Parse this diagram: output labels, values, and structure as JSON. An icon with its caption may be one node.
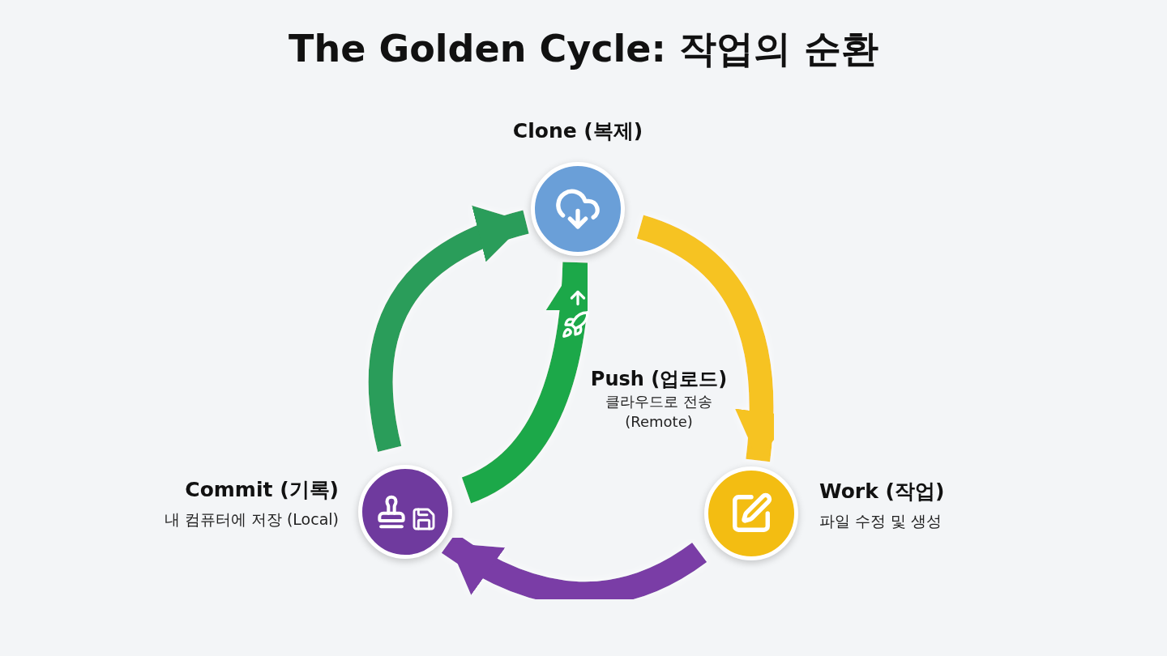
{
  "diagram": {
    "title": "The Golden Cycle: 작업의 순환",
    "nodes": [
      {
        "text": [
          "Clone (복제)"
        ]
      },
      {
        "text": [
          "Work (작업)",
          "파일 수정 및 생성"
        ]
      },
      {
        "text": [
          "Commit (기록)",
          "내 컴퓨터에 저장 (Local)"
        ]
      }
    ],
    "edges": [
      {
        "from": 0,
        "to": 1,
        "arrow": "to",
        "color": "#f6c324"
      },
      {
        "from": 1,
        "to": 2,
        "arrow": "to",
        "color": "#7a3ea6"
      },
      {
        "from": 2,
        "to": 0,
        "arrow": "to",
        "color": "#2a9d5a"
      },
      {
        "from": 2,
        "to": 0,
        "arrow": "to",
        "color": "#1fa84a",
        "label": "**Push (업로드)** 클라우드로 전송 (Remote)"
      }
    ]
  }
}
